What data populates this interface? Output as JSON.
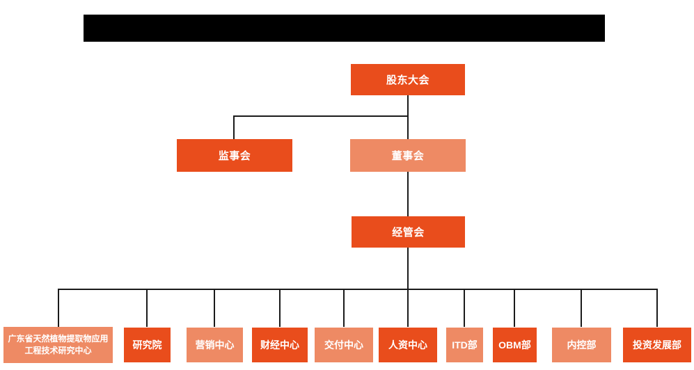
{
  "colors": {
    "background": "#FFFFFF",
    "banner": "#000000",
    "node_primary": "#E94D1C",
    "node_secondary": "#EE8A64",
    "node_text": "#FFFFFF",
    "connector": "#1A1A1A"
  },
  "org_chart": {
    "nodes": {
      "shareholders_meeting": {
        "label": "股东大会",
        "variant": "primary"
      },
      "supervisory_board": {
        "label": "监事会",
        "variant": "primary"
      },
      "board_of_directors": {
        "label": "董事会",
        "variant": "secondary"
      },
      "management_committee": {
        "label": "经管会",
        "variant": "primary"
      }
    },
    "departments": [
      {
        "label": "广东省天然植物提取物应用工程技术研究中心",
        "variant": "secondary"
      },
      {
        "label": "研究院",
        "variant": "primary"
      },
      {
        "label": "营销中心",
        "variant": "secondary"
      },
      {
        "label": "财经中心",
        "variant": "primary"
      },
      {
        "label": "交付中心",
        "variant": "secondary"
      },
      {
        "label": "人资中心",
        "variant": "primary"
      },
      {
        "label": "ITD部",
        "variant": "secondary"
      },
      {
        "label": "OBM部",
        "variant": "primary"
      },
      {
        "label": "内控部",
        "variant": "secondary"
      },
      {
        "label": "投资发展部",
        "variant": "primary"
      }
    ],
    "edges": [
      {
        "from": "股东大会",
        "to": "监事会"
      },
      {
        "from": "股东大会",
        "to": "董事会"
      },
      {
        "from": "董事会",
        "to": "经管会"
      },
      {
        "from": "经管会",
        "to": "广东省天然植物提取物应用工程技术研究中心"
      },
      {
        "from": "经管会",
        "to": "研究院"
      },
      {
        "from": "经管会",
        "to": "营销中心"
      },
      {
        "from": "经管会",
        "to": "财经中心"
      },
      {
        "from": "经管会",
        "to": "交付中心"
      },
      {
        "from": "经管会",
        "to": "人资中心"
      },
      {
        "from": "经管会",
        "to": "ITD部"
      },
      {
        "from": "经管会",
        "to": "OBM部"
      },
      {
        "from": "经管会",
        "to": "内控部"
      },
      {
        "from": "经管会",
        "to": "投资发展部"
      }
    ]
  }
}
